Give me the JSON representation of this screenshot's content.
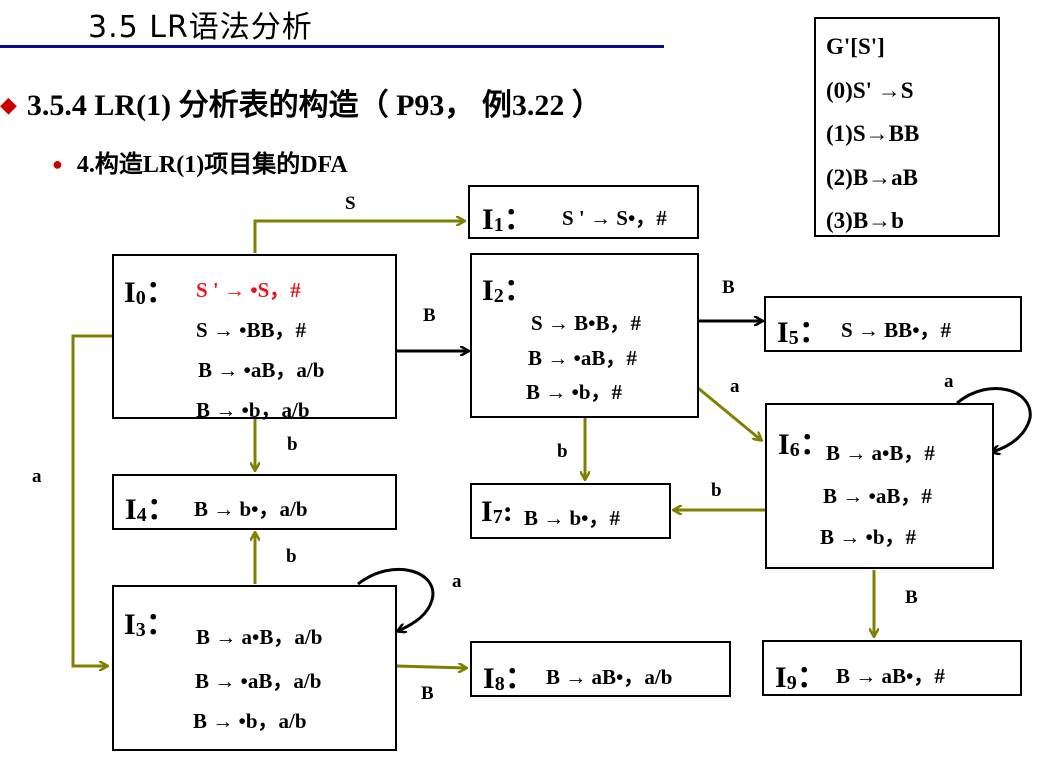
{
  "header": {
    "title": "3.5   LR语法分析"
  },
  "section": {
    "bullet": "◆",
    "title": "3.5.4  LR(1) 分析表的构造（ P93， 例3.22 ）"
  },
  "subsection": {
    "bullet": "●",
    "title": "4.构造LR(1)项目集的DFA"
  },
  "grammar": {
    "lines": [
      "G'[S']",
      "(0)S' →S",
      "(1)S→BB",
      "(2)B→aB",
      "(3)B→b"
    ]
  },
  "states": {
    "I0": {
      "name": "I",
      "num": "0",
      "sep": "：",
      "items": [
        "S ' → •S，#",
        "S → •BB，#",
        "B → •aB，a/b",
        "B → •b，a/b"
      ]
    },
    "I1": {
      "name": "I",
      "num": "1",
      "sep": "：",
      "items": [
        "S ' → S•，#"
      ]
    },
    "I2": {
      "name": "I",
      "num": "2",
      "sep": "：",
      "items": [
        "S → B•B，#",
        "B → •aB，#",
        "B → •b，#"
      ]
    },
    "I3": {
      "name": "I",
      "num": "3",
      "sep": "：",
      "items": [
        "B → a•B，a/b",
        "B → •aB，a/b",
        "B → •b，a/b"
      ]
    },
    "I4": {
      "name": "I",
      "num": "4",
      "sep": "：",
      "items": [
        "B → b•，a/b"
      ]
    },
    "I5": {
      "name": "I",
      "num": "5",
      "sep": "：",
      "items": [
        "S → BB•，#"
      ]
    },
    "I6": {
      "name": "I",
      "num": "6",
      "sep": "：",
      "items": [
        "B → a•B，#",
        "B → •aB，#",
        "B → •b，#"
      ]
    },
    "I7": {
      "name": "I",
      "num": "7",
      "sep": ":",
      "items": [
        "B → b•，#"
      ]
    },
    "I8": {
      "name": "I",
      "num": "8",
      "sep": "：",
      "items": [
        "B → aB•，a/b"
      ]
    },
    "I9": {
      "name": "I",
      "num": "9",
      "sep": "：",
      "items": [
        "B → aB•，#"
      ]
    }
  },
  "edges": {
    "I0_I1": "S",
    "I0_I2": "B",
    "I0_I3": "a",
    "I0_I4": "b",
    "I3_I4": "b",
    "I3_I3": "a",
    "I3_I8": "B",
    "I2_I5": "B",
    "I2_I6": "a",
    "I2_I7": "b",
    "I6_I6": "a",
    "I6_I7": "b",
    "I6_I9": "B"
  },
  "colors": {
    "olive_arrow": "#808000",
    "black_arrow": "#000000",
    "highlight": "#e8141b",
    "header_line": "#0a0a8c"
  }
}
